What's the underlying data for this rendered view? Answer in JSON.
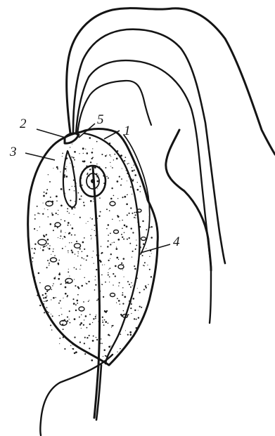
{
  "figure": {
    "labels": [
      {
        "id": "1",
        "text": "1"
      },
      {
        "id": "2",
        "text": "2"
      },
      {
        "id": "3",
        "text": "3"
      },
      {
        "id": "4",
        "text": "4"
      },
      {
        "id": "5",
        "text": "5"
      }
    ]
  }
}
